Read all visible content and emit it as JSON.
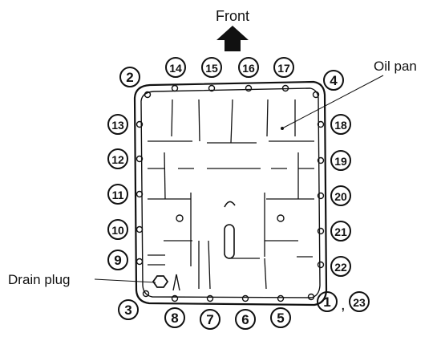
{
  "labels": {
    "front": "Front",
    "oil_pan": "Oil pan",
    "drain_plug": "Drain plug",
    "separator": ","
  },
  "bolts": [
    {
      "id": "1",
      "label": "1"
    },
    {
      "id": "2",
      "label": "2"
    },
    {
      "id": "3",
      "label": "3"
    },
    {
      "id": "4",
      "label": "4"
    },
    {
      "id": "5",
      "label": "5"
    },
    {
      "id": "6",
      "label": "6"
    },
    {
      "id": "7",
      "label": "7"
    },
    {
      "id": "8",
      "label": "8"
    },
    {
      "id": "9",
      "label": "9"
    },
    {
      "id": "10",
      "label": "10"
    },
    {
      "id": "11",
      "label": "11"
    },
    {
      "id": "12",
      "label": "12"
    },
    {
      "id": "13",
      "label": "13"
    },
    {
      "id": "14",
      "label": "14"
    },
    {
      "id": "15",
      "label": "15"
    },
    {
      "id": "16",
      "label": "16"
    },
    {
      "id": "17",
      "label": "17"
    },
    {
      "id": "18",
      "label": "18"
    },
    {
      "id": "19",
      "label": "19"
    },
    {
      "id": "20",
      "label": "20"
    },
    {
      "id": "21",
      "label": "21"
    },
    {
      "id": "22",
      "label": "22"
    },
    {
      "id": "23",
      "label": "23"
    }
  ],
  "colors": {
    "ink": "#111111",
    "background": "#ffffff"
  }
}
